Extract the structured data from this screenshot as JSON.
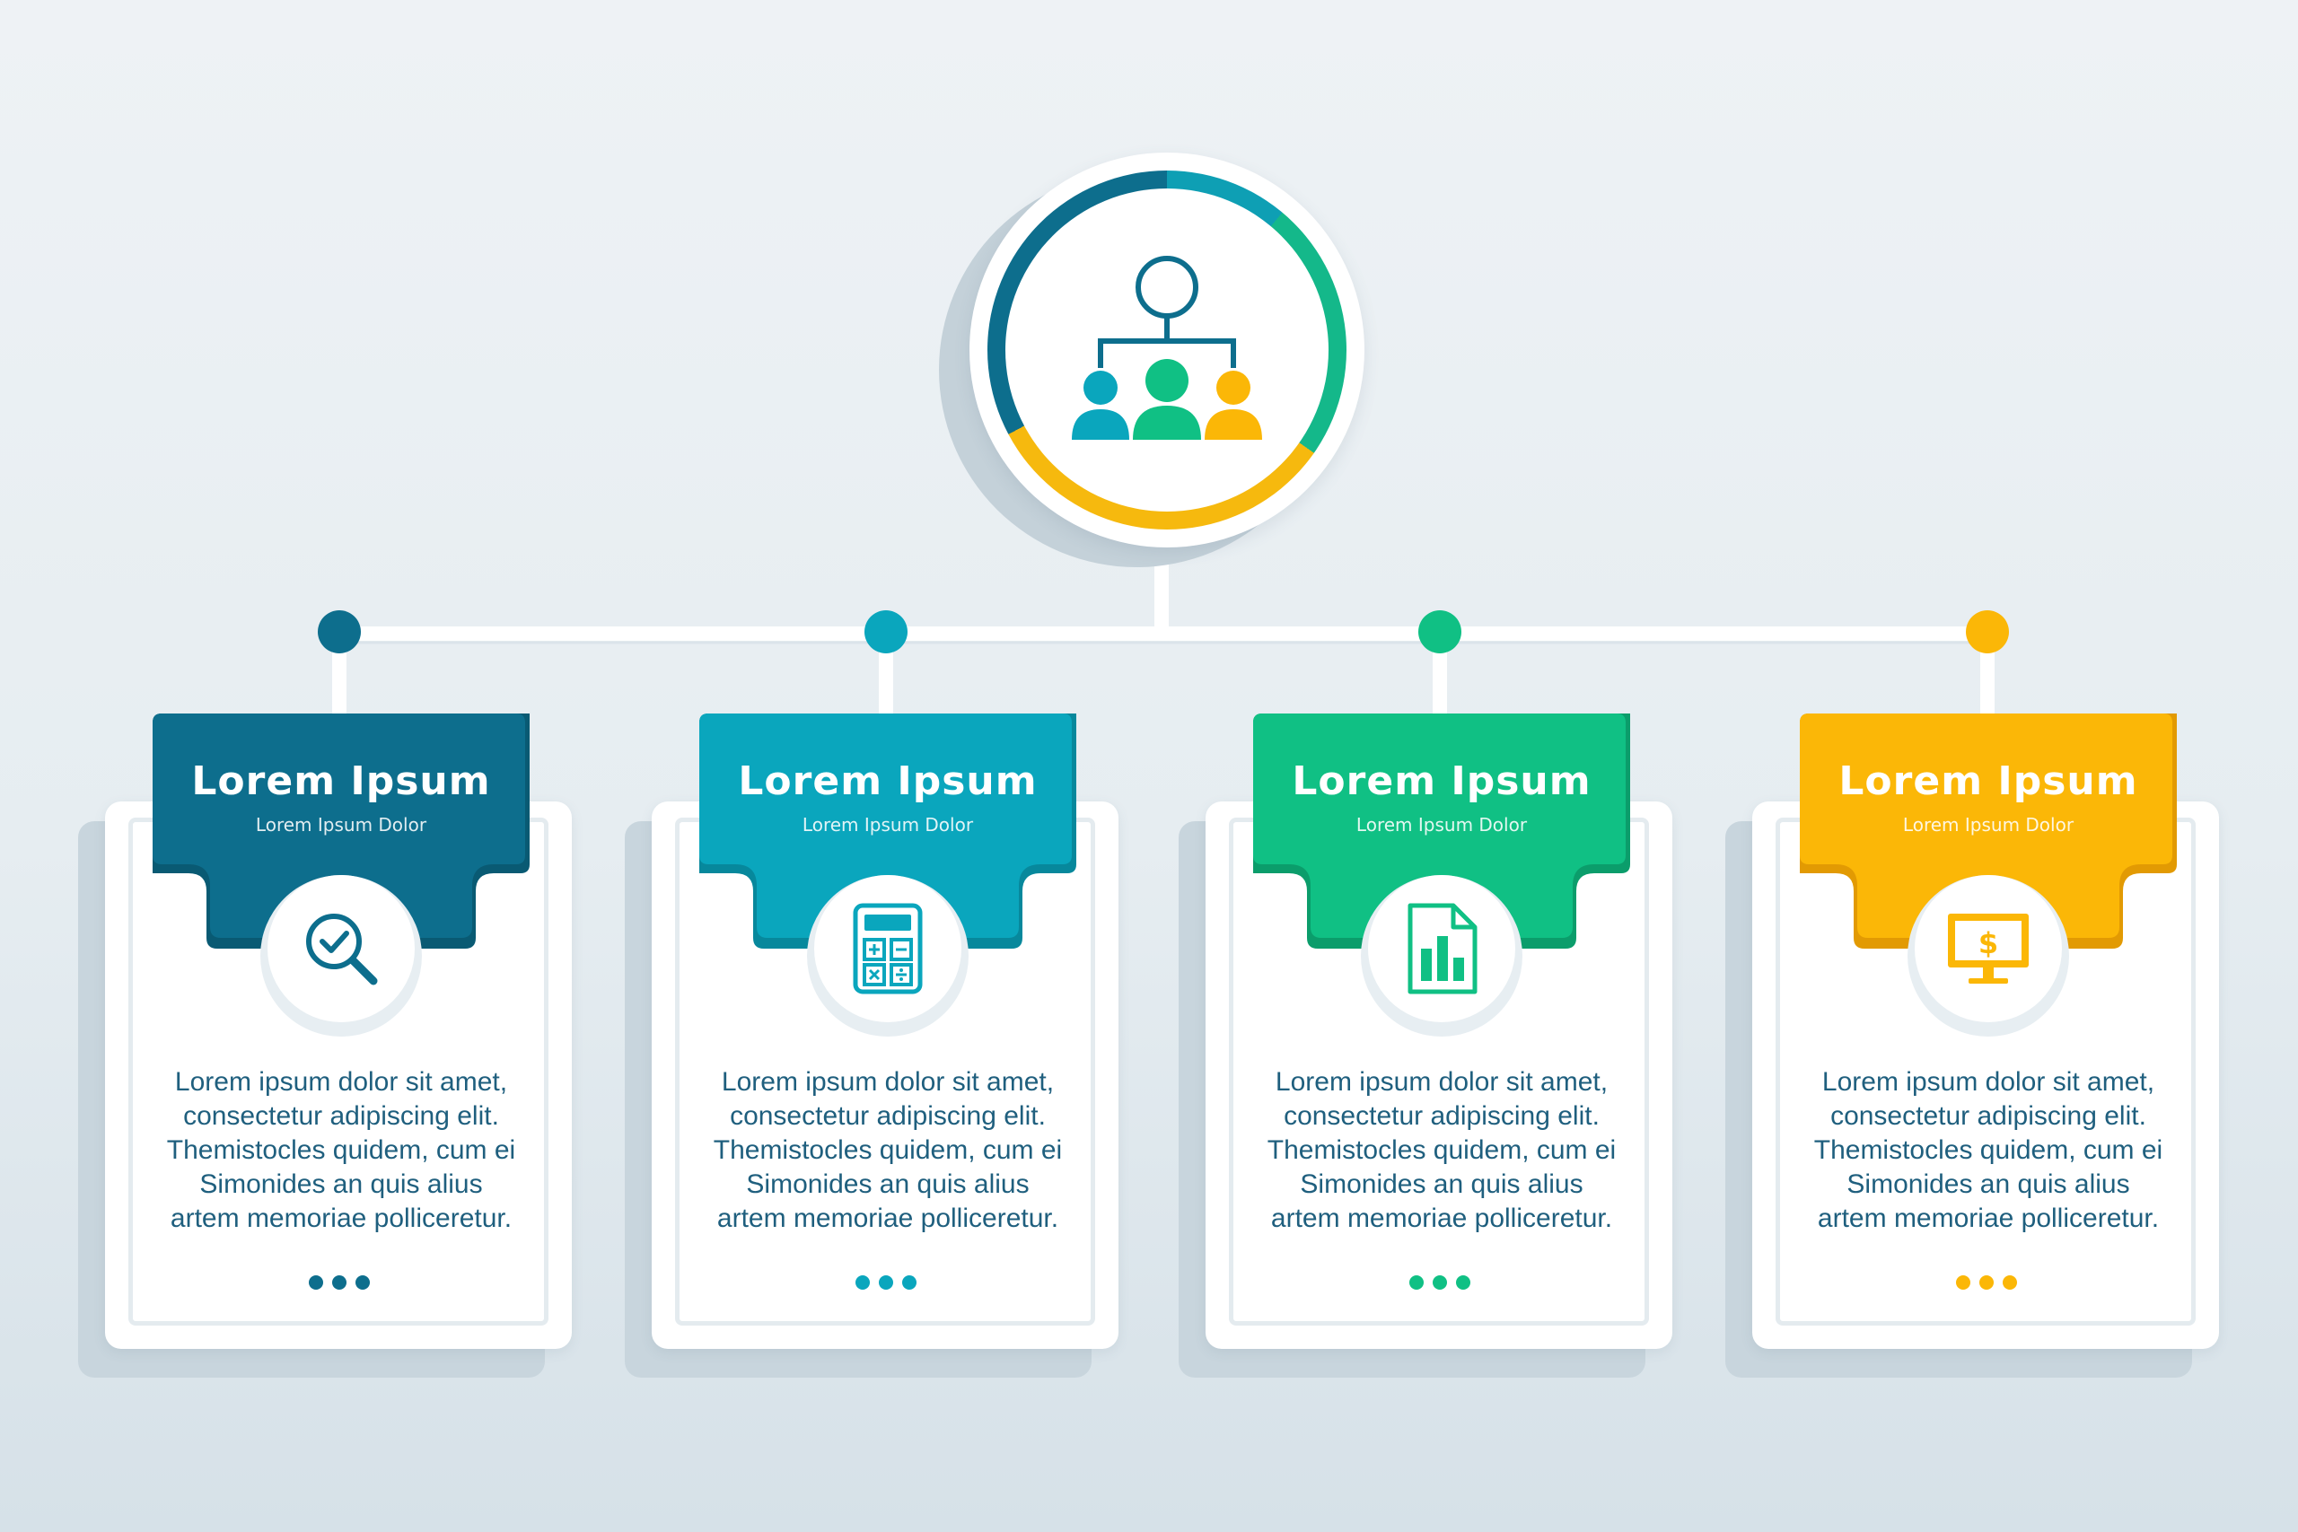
{
  "colors": {
    "background_top": "#eef2f5",
    "connector": "#ffffff",
    "teal_dark": "#0d6e8d",
    "teal": "#0aa6bd",
    "green": "#10c084",
    "yellow": "#fbb707",
    "text": "#1f5f7e"
  },
  "hub": {
    "icon": "org-structure-icon"
  },
  "cards": [
    {
      "title": "Lorem Ipsum",
      "subtitle": "Lorem Ipsum Dolor",
      "icon": "magnifier-check-icon",
      "color": "#0d6e8d",
      "color_dark": "#095a73",
      "lines": [
        "Lorem ipsum dolor sit amet,",
        "consectetur adipiscing elit.",
        "Themistocles quidem, cum ei",
        "Simonides an quis alius",
        "artem memoriae polliceretur."
      ]
    },
    {
      "title": "Lorem Ipsum",
      "subtitle": "Lorem Ipsum Dolor",
      "icon": "calculator-icon",
      "color": "#0aa6bd",
      "color_dark": "#07889c",
      "lines": [
        "Lorem ipsum dolor sit amet,",
        "consectetur adipiscing elit.",
        "Themistocles quidem, cum ei",
        "Simonides an quis alius",
        "artem memoriae polliceretur."
      ]
    },
    {
      "title": "Lorem Ipsum",
      "subtitle": "Lorem Ipsum Dolor",
      "icon": "report-document-icon",
      "color": "#10c084",
      "color_dark": "#0b9d6b",
      "lines": [
        "Lorem ipsum dolor sit amet,",
        "consectetur adipiscing elit.",
        "Themistocles quidem, cum ei",
        "Simonides an quis alius",
        "artem memoriae polliceretur."
      ]
    },
    {
      "title": "Lorem Ipsum",
      "subtitle": "Lorem Ipsum Dolor",
      "icon": "dollar-monitor-icon",
      "color": "#fbb707",
      "color_dark": "#e29a03",
      "lines": [
        "Lorem ipsum dolor sit amet,",
        "consectetur adipiscing elit.",
        "Themistocles quidem, cum ei",
        "Simonides an quis alius",
        "artem memoriae polliceretur."
      ]
    }
  ]
}
